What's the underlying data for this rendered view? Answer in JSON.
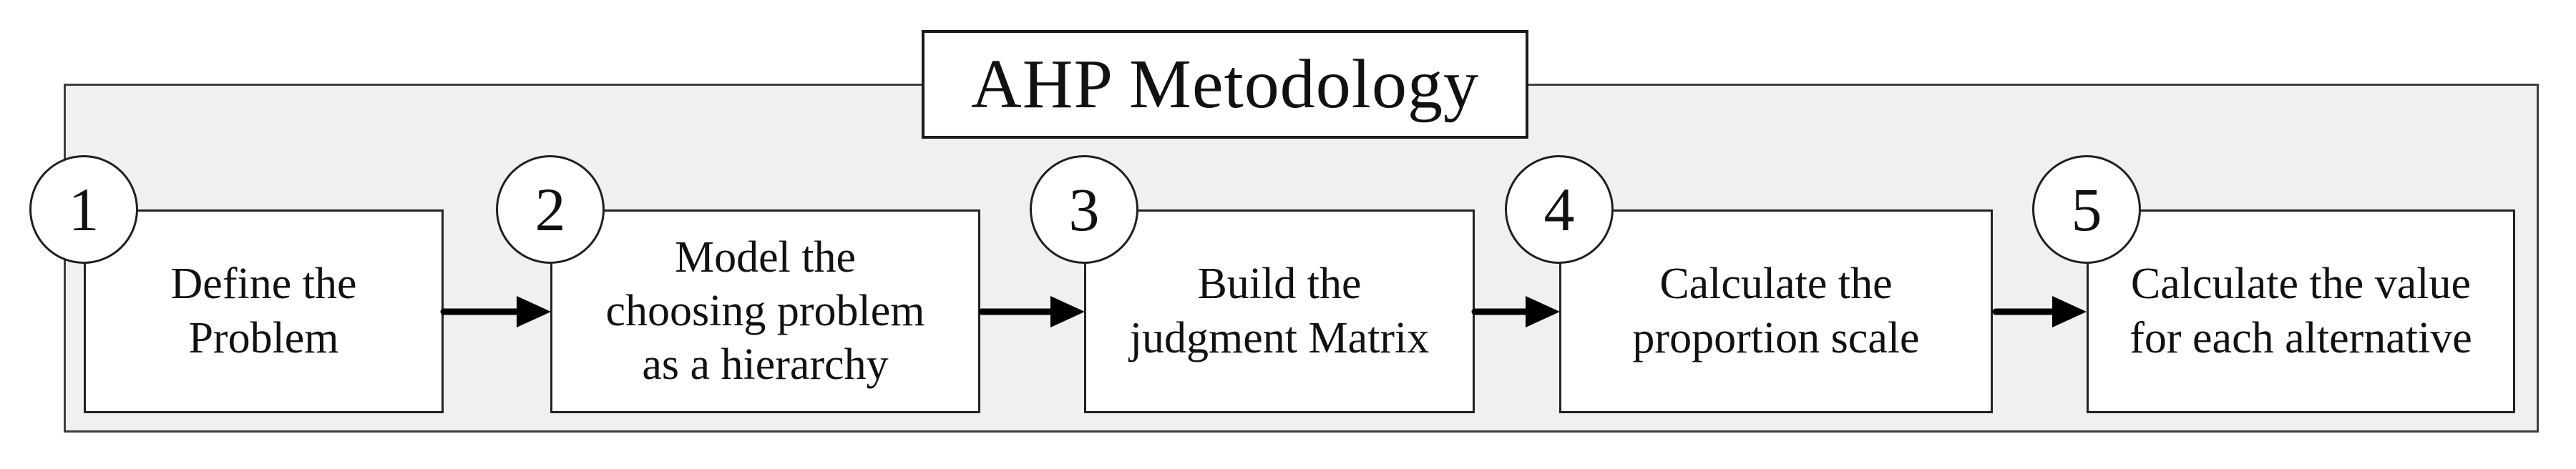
{
  "diagram": {
    "title": "AHP Metodology",
    "steps": [
      {
        "number": "1",
        "label": "Define the\nProblem"
      },
      {
        "number": "2",
        "label": "Model the\nchoosing problem\nas a hierarchy"
      },
      {
        "number": "3",
        "label": "Build the\njudgment Matrix"
      },
      {
        "number": "4",
        "label": "Calculate the\nproportion scale"
      },
      {
        "number": "5",
        "label": "Calculate the value\nfor each alternative"
      }
    ],
    "colors": {
      "page_background": "#FFFFFF",
      "container_fill": "#F0F0F0",
      "container_border": "#3F3F3F",
      "box_fill": "#FFFFFF",
      "box_border": "#222222",
      "arrow": "#000000",
      "text": "#111111"
    }
  }
}
